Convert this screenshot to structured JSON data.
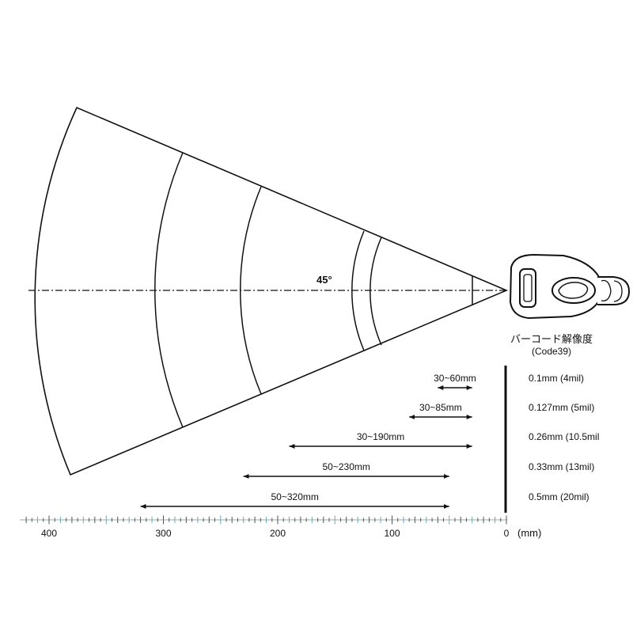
{
  "diagram": {
    "angle_label": "45°",
    "resolution_title": "バーコード解像度",
    "resolution_subtitle": "(Code39)",
    "unit_label": "(mm)",
    "ruler_ticks": [
      {
        "value": 400,
        "label": "400"
      },
      {
        "value": 300,
        "label": "300"
      },
      {
        "value": 200,
        "label": "200"
      },
      {
        "value": 100,
        "label": "100"
      },
      {
        "value": 0,
        "label": "0"
      }
    ],
    "ranges": [
      {
        "range_label": "30~60mm",
        "min_mm": 30,
        "max_mm": 60,
        "resolution": "0.1mm (4mil)"
      },
      {
        "range_label": "30~85mm",
        "min_mm": 30,
        "max_mm": 85,
        "resolution": "0.127mm (5mil)"
      },
      {
        "range_label": "30~190mm",
        "min_mm": 30,
        "max_mm": 190,
        "resolution": "0.26mm (10.5mil"
      },
      {
        "range_label": "50~230mm",
        "min_mm": 50,
        "max_mm": 230,
        "resolution": "0.33mm (13mil)"
      },
      {
        "range_label": "50~320mm",
        "min_mm": 50,
        "max_mm": 320,
        "resolution": "0.5mm (20mil)"
      }
    ]
  }
}
